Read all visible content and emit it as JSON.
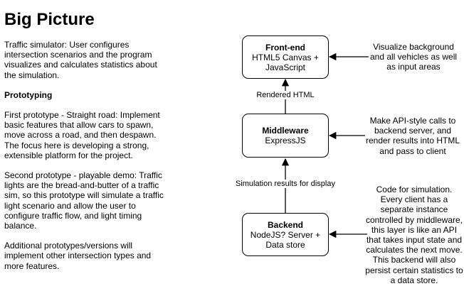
{
  "left_panel": {
    "title": "Big Picture",
    "intro": "Traffic simulator: User configures intersection scenarios and the program visualizes and calculates statistics about the simulation.",
    "subheading": "Prototyping",
    "prototype_1": "First prototype - Straight road: Implement basic features that allow cars to spawn, move across a road, and then despawn. The focus here is developing a strong, extensible platform for the project.",
    "prototype_2": "Second prototype - playable demo: Traffic lights are the bread-and-butter of a traffic sim, so this prototype will simulate a traffic light scenario and allow the user to configure traffic flow, and light timing balance.",
    "additional": "Additional prototypes/versions will implement other intersection types and more features."
  },
  "diagram": {
    "frontend": {
      "title": "Front-end",
      "desc_line1": "HTML5 Canvas +",
      "desc_line2": "JavaScript"
    },
    "middleware": {
      "title": "Middleware",
      "desc": "ExpressJS"
    },
    "backend": {
      "title": "Backend",
      "desc_line1": "NodeJS? Server +",
      "desc_line2": "Data store"
    },
    "edge_middleware_frontend": "Rendered HTML",
    "edge_backend_middleware": "Simulation results for display",
    "note_frontend": "Visualize background and all vehicles as well as input areas",
    "note_middleware": "Make API-style calls to backend server, and render results into HTML and pass to client",
    "note_backend": "Code for simulation. Every client has a separate instance controlled by middleware, this layer is like an API that takes input state and calculates the next move. This backend will also persist certain statistics to a data store."
  }
}
